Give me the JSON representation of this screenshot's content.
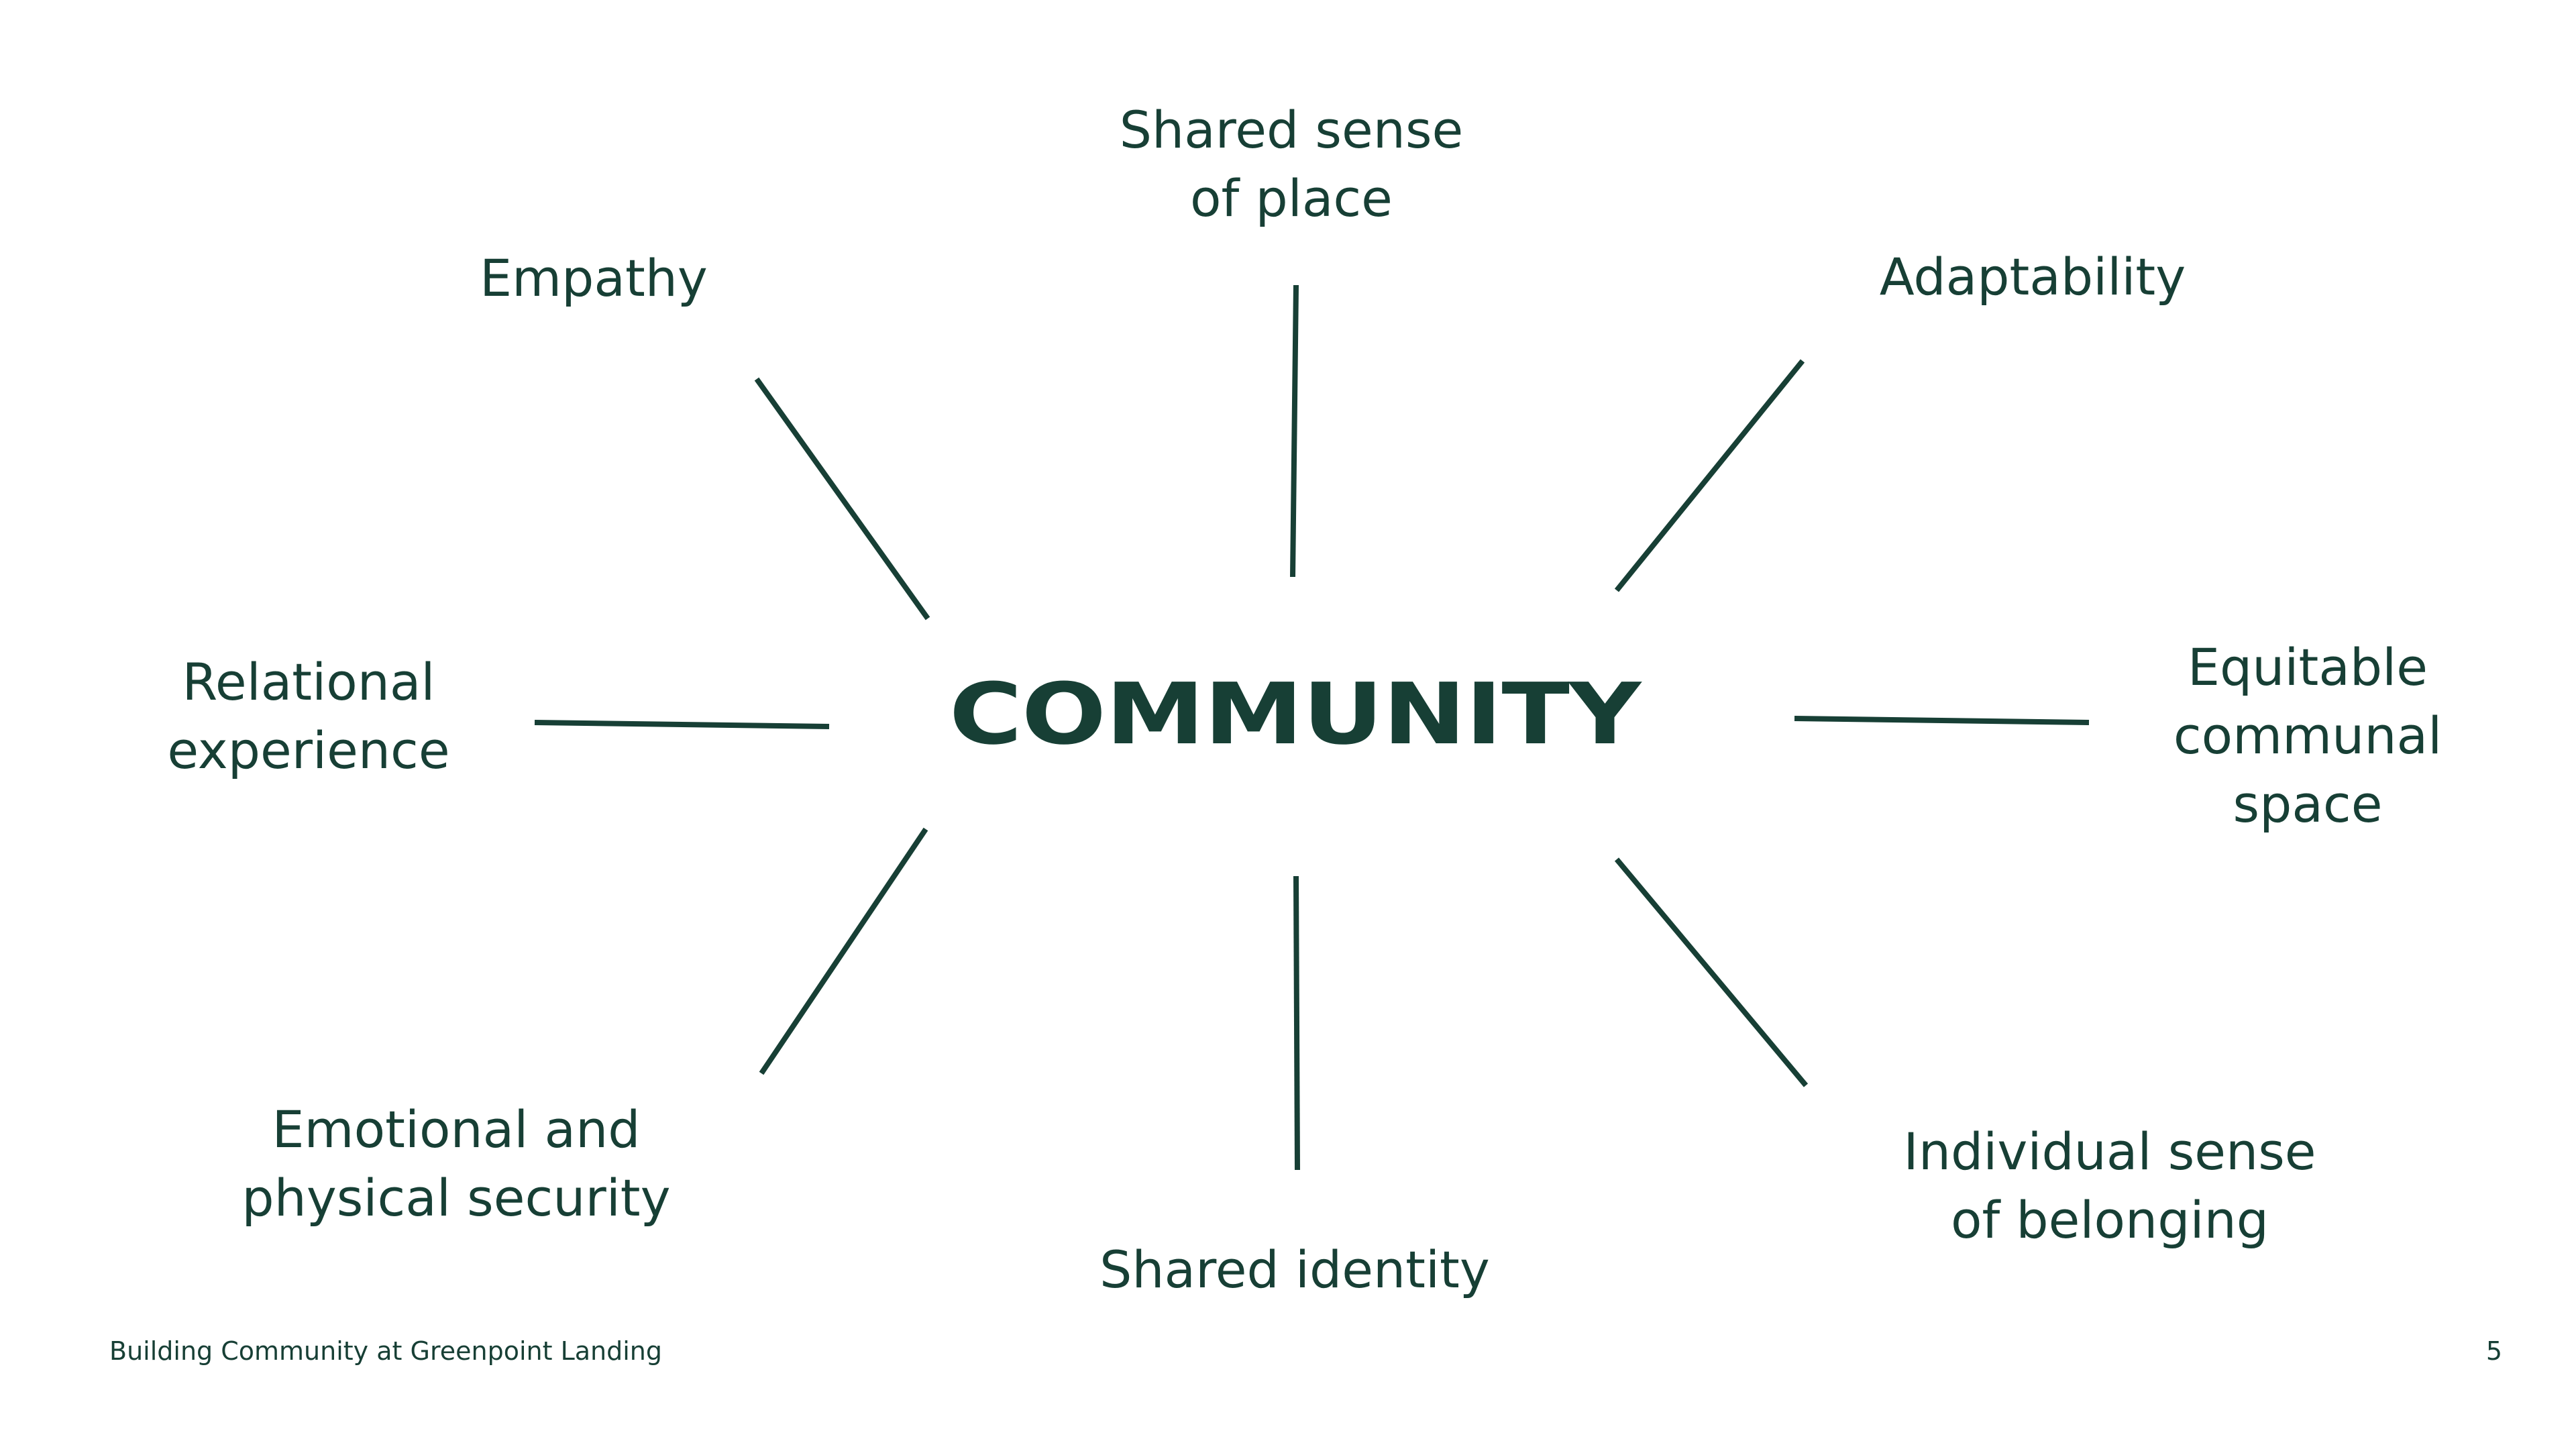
{
  "diagram": {
    "center": "COMMUNITY",
    "labels": {
      "top": [
        "Shared sense",
        "of place"
      ],
      "top_left": [
        "Empathy"
      ],
      "top_right": [
        "Adaptability"
      ],
      "left": [
        "Relational",
        "experience"
      ],
      "right": [
        "Equitable",
        "communal",
        "space"
      ],
      "bottom_left": [
        "Emotional and",
        "physical security"
      ],
      "bottom": [
        "Shared identity"
      ],
      "bottom_right": [
        "Individual sense",
        "of belonging"
      ]
    },
    "line_color": "#173f35",
    "text_color": "#173f35"
  },
  "footer": {
    "title": "Building Community at Greenpoint Landing",
    "page_number": "5"
  }
}
